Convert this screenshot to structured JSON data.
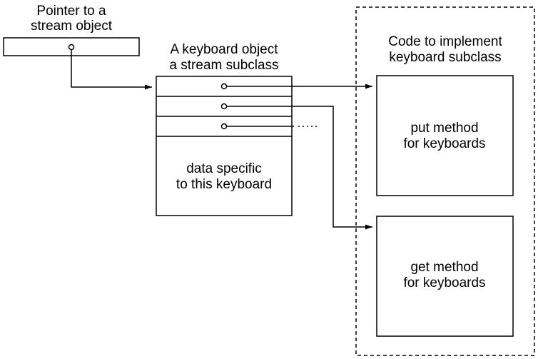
{
  "pointer_label": {
    "line1": "Pointer to a",
    "line2": "stream object"
  },
  "object_label": {
    "line1": "A keyboard object",
    "line2": "a stream subclass"
  },
  "code_label": {
    "line1": "Code to implement",
    "line2": "keyboard subclass"
  },
  "data_box": {
    "line1": "data specific",
    "line2": "to this keyboard"
  },
  "put_box": {
    "line1": "put method",
    "line2": "for keyboards"
  },
  "get_box": {
    "line1": "get method",
    "line2": "for keyboards"
  }
}
